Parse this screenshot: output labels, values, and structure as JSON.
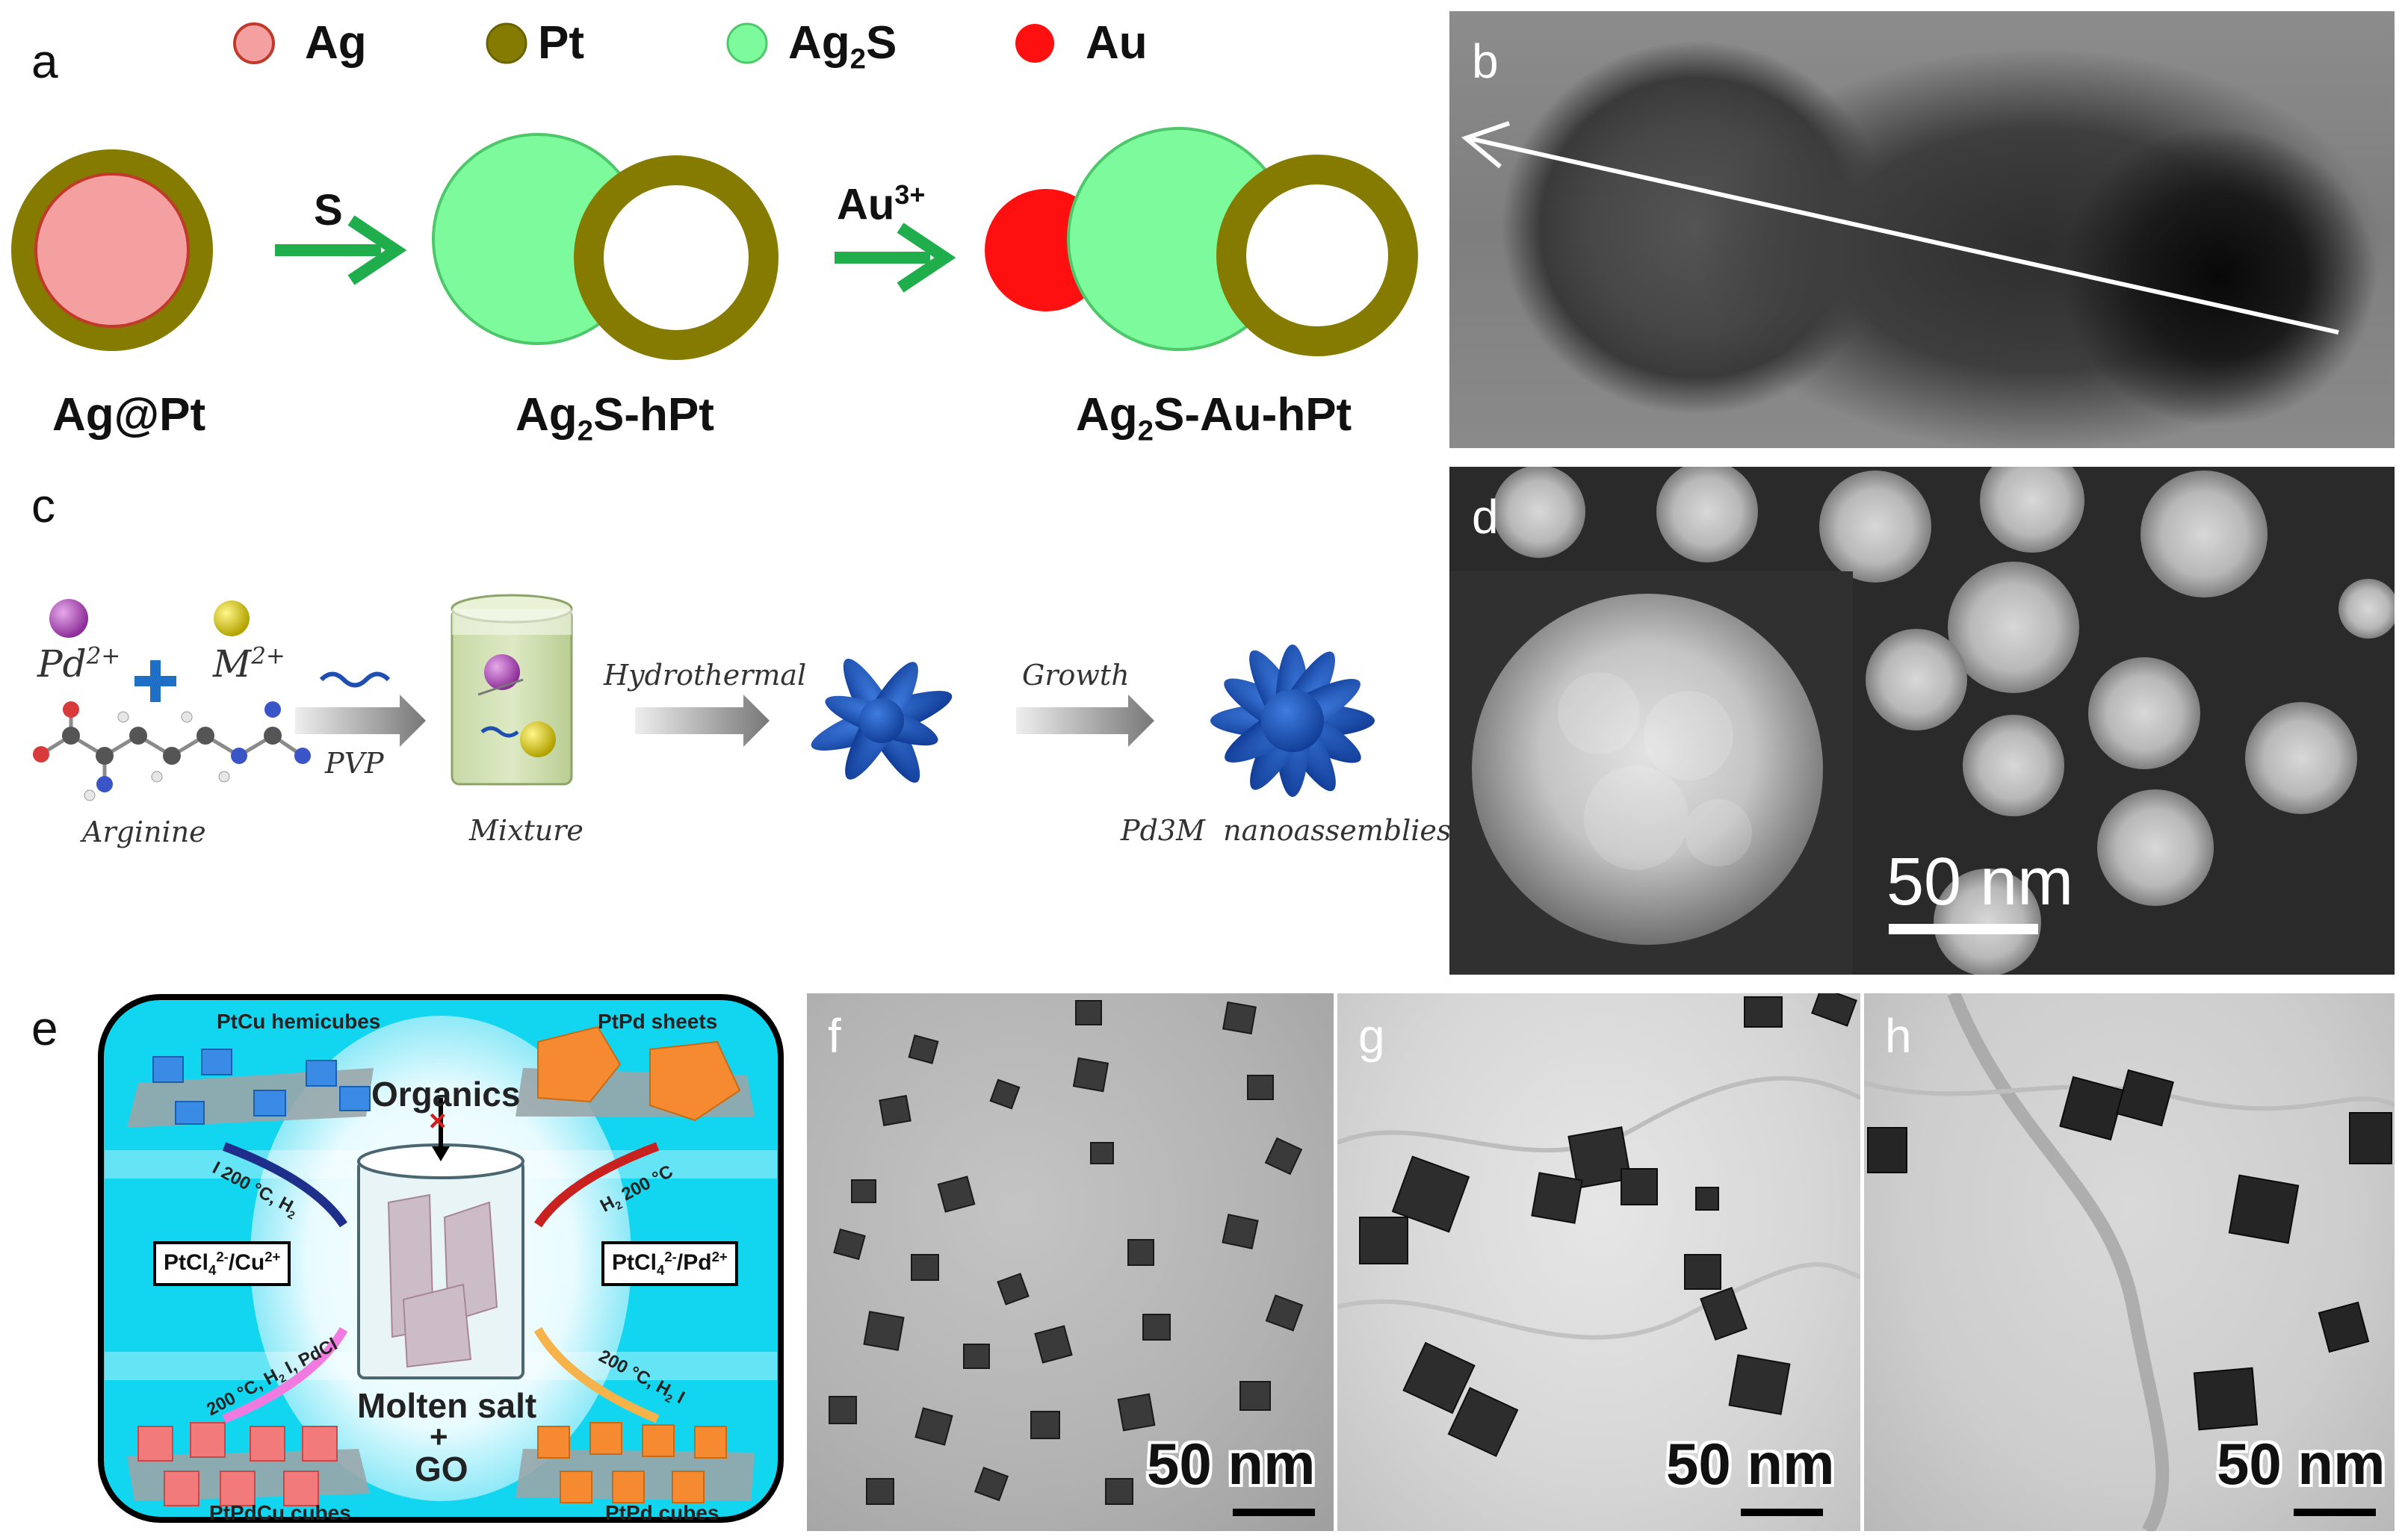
{
  "panels": {
    "a": {
      "letter": "a",
      "legend": [
        {
          "label": "Ag",
          "color": "#f4a0a0",
          "border": "#c0392b"
        },
        {
          "label": "Pt",
          "color": "#857b00",
          "border": "#6b6300"
        },
        {
          "label_main": "Ag",
          "label_sub": "2",
          "label_tail": "S",
          "color": "#7dfa9c",
          "border": "#4ec76a"
        },
        {
          "label": "Au",
          "color": "#ff1010",
          "border": "#e00000"
        }
      ],
      "arrow1_label": "S",
      "arrow2_label_main": "Au",
      "arrow2_label_sup": "3+",
      "products": [
        {
          "main": "Ag@Pt",
          "sub": "",
          "tail": ""
        },
        {
          "main": "Ag",
          "sub": "2",
          "tail": "S-hPt"
        },
        {
          "main": "Ag",
          "sub": "2",
          "tail": "S-Au-hPt"
        }
      ],
      "colors": {
        "ag": "#f4a0a0",
        "ag_border": "#c0392b",
        "pt": "#857b00",
        "ag2s": "#7dfa9c",
        "au": "#ff1010",
        "arrow": "#1fae4b"
      }
    },
    "b": {
      "letter": "b"
    },
    "c": {
      "letter": "c",
      "pd_label_main": "Pd",
      "pd_label_sup": "2+",
      "m_label_main": "M",
      "m_label_sup": "2+",
      "arginine_label": "Arginine",
      "pvp_label": "PVP",
      "mixture_label": "Mixture",
      "hydrothermal_label": "Hydrothermal",
      "growth_label": "Growth",
      "product_label": "Pd3M  nanoassemblies",
      "colors": {
        "pd": "#b05ab8",
        "m": "#d8c81a",
        "plus": "#1e6fc5",
        "nano": "#1d4fb0"
      }
    },
    "d": {
      "letter": "d",
      "scale_label": "50 nm"
    },
    "e": {
      "letter": "e",
      "top_left": "PtCu hemicubes",
      "top_right": "PtPd sheets",
      "bottom_left": "PtPdCu cubes",
      "bottom_right": "PtPd cubes",
      "organics": "Organics",
      "molten_salt": "Molten salt",
      "plus": "+",
      "go": "GO",
      "left_box_main": "PtCl",
      "left_box_sub": "4",
      "left_box_sup": "2-",
      "left_box_tail": "/Cu",
      "left_box_tail_sup": "2+",
      "right_box_main": "PtCl",
      "right_box_sub": "4",
      "right_box_sup": "2-",
      "right_box_tail": "/Pd",
      "right_box_tail_sup": "2+",
      "cond_top_left": "200 °C, H",
      "cond_top_left_sub": "2",
      "cond_top_left_i": "I",
      "cond_top_right": "H",
      "cond_top_right_sub": "2",
      "cond_top_right_2": "200 °C",
      "cond_bottom_left": "200 °C, H",
      "cond_bottom_left_sub": "2",
      "cond_bottom_left_2": "I",
      "cond_bottom_left_3": ", PdCl",
      "cond_bottom_right": "200 °C, H",
      "cond_bottom_right_sub": "2",
      "cond_bottom_right_i": "I",
      "colors": {
        "bg": "#12d6f0",
        "frame": "#000000",
        "blue_cube": "#3a8be6",
        "orange": "#f58a30",
        "pink_cube": "#f27a7a"
      }
    },
    "f": {
      "letter": "f",
      "scale_label": "50 nm"
    },
    "g": {
      "letter": "g",
      "scale_label": "50 nm"
    },
    "h": {
      "letter": "h",
      "scale_label": "50 nm"
    }
  }
}
